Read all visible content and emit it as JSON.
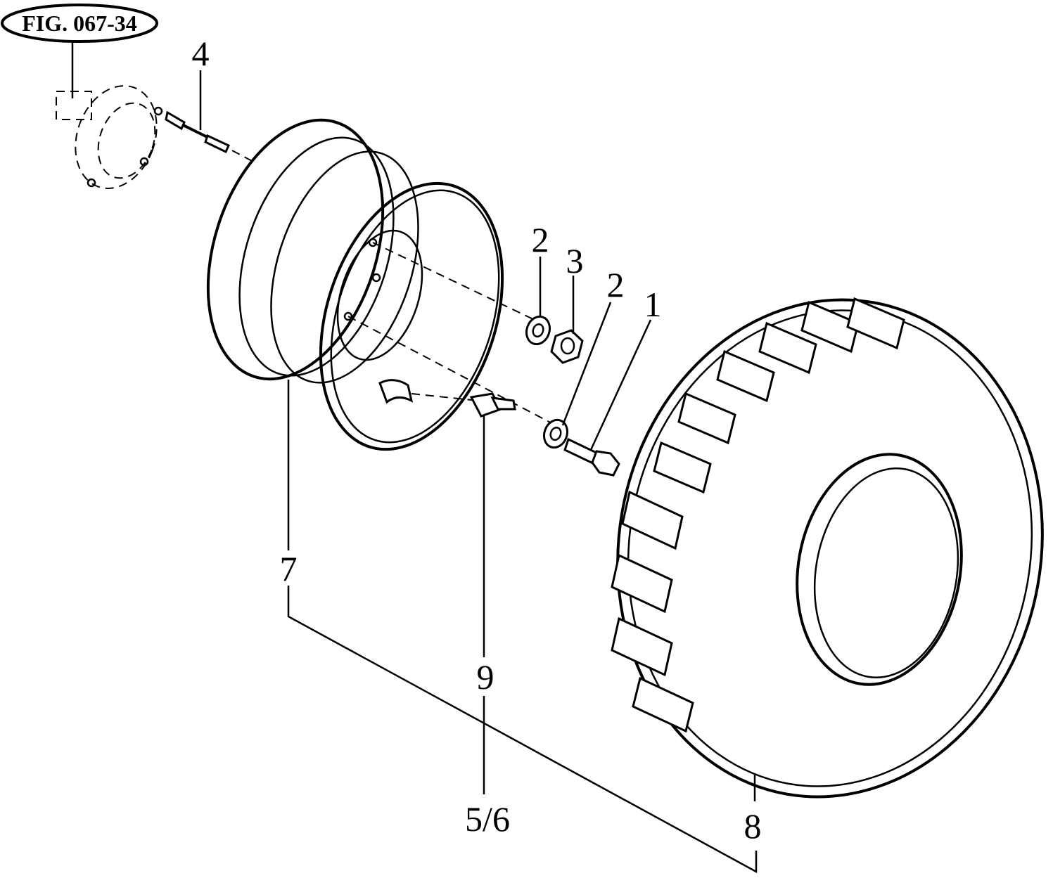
{
  "figure": {
    "label": "FIG. 067-34"
  },
  "callouts": {
    "c1": "1",
    "c2a": "2",
    "c2b": "2",
    "c3": "3",
    "c4": "4",
    "c56": "5/6",
    "c7": "7",
    "c8": "8",
    "c9": "9"
  }
}
